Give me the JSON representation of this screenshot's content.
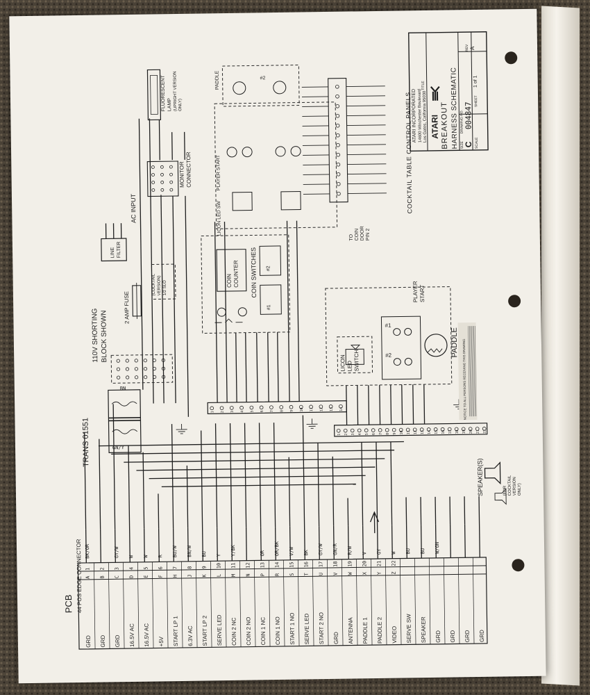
{
  "title_block": {
    "company": "ATARI INCORPORATED",
    "address_1": "14600 Winchester Boulevard",
    "address_2": "Los Gatos, California 95030",
    "logo_text": "ATARI",
    "title_label": "TITLE",
    "title_1": "BREAKOUT",
    "title_2": "HARNESS SCHEMATIC",
    "size_label": "SIZE",
    "size": "C",
    "drawing_no_label": "DRAWING NO.",
    "drawing_no": "004847",
    "rev_label": "REV",
    "rev": "A",
    "sheet_label": "SHEET",
    "sheet": "1 of 1",
    "scale_label": "SCALE"
  },
  "pcb": {
    "label": "PCB",
    "connector_label": "44 POS EDGE CONNECTOR",
    "rows": [
      {
        "func": "GRD",
        "pin": "1",
        "letter": "A",
        "wire": "BK/OR"
      },
      {
        "func": "GRD",
        "pin": "2",
        "letter": "B",
        "wire": ""
      },
      {
        "func": "GRD",
        "pin": "3",
        "letter": "C",
        "wire": "GY/W"
      },
      {
        "func": "16.5V AC",
        "pin": "4",
        "letter": "D",
        "wire": "W"
      },
      {
        "func": "16.5V AC",
        "pin": "5",
        "letter": "E",
        "wire": "W"
      },
      {
        "func": "+5V",
        "pin": "6",
        "letter": "F",
        "wire": "R"
      },
      {
        "func": "START LP 1",
        "pin": "7",
        "letter": "H",
        "wire": "BU/W"
      },
      {
        "func": "6.3V AC",
        "pin": "8",
        "letter": "J",
        "wire": "BN/W"
      },
      {
        "func": "START LP 2",
        "pin": "9",
        "letter": "K",
        "wire": "BU"
      },
      {
        "func": "SERVE LED",
        "pin": "10",
        "letter": "L",
        "wire": "Y"
      },
      {
        "func": "COIN 2 NC",
        "pin": "11",
        "letter": "M",
        "wire": "Y/BK"
      },
      {
        "func": "COIN 2 NO",
        "pin": "12",
        "letter": "N",
        "wire": ""
      },
      {
        "func": "COIN 1 NC",
        "pin": "13",
        "letter": "P",
        "wire": "OR"
      },
      {
        "func": "COIN 1 NO",
        "pin": "14",
        "letter": "R",
        "wire": "OR/BK"
      },
      {
        "func": "START 1 NO",
        "pin": "15",
        "letter": "S",
        "wire": "V/W"
      },
      {
        "func": "SERVE LED",
        "pin": "16",
        "letter": "T",
        "wire": "BK"
      },
      {
        "func": "START 2 NO",
        "pin": "17",
        "letter": "U",
        "wire": "GY/W"
      },
      {
        "func": "GRD",
        "pin": "18",
        "letter": "V",
        "wire": "GN/R"
      },
      {
        "func": "ANTENNA",
        "pin": "19",
        "letter": "W",
        "wire": "R/W"
      },
      {
        "func": "PADDLE 1",
        "pin": "20",
        "letter": "X",
        "wire": "V"
      },
      {
        "func": "PADDLE 2",
        "pin": "21",
        "letter": "Y",
        "wire": "GY"
      },
      {
        "func": "VIDEO",
        "pin": "22",
        "letter": "Z",
        "wire": "W"
      },
      {
        "func": "SERVE SW",
        "pin": "",
        "letter": "",
        "wire": "BU"
      },
      {
        "func": "SPEAKER",
        "pin": "",
        "letter": "",
        "wire": "BU"
      },
      {
        "func": "GRD",
        "pin": "",
        "letter": "",
        "wire": "W/GN"
      },
      {
        "func": "GRD",
        "pin": "",
        "letter": "",
        "wire": ""
      },
      {
        "func": "GRD",
        "pin": "",
        "letter": "",
        "wire": ""
      },
      {
        "func": "GRD",
        "pin": "",
        "letter": "",
        "wire": ""
      }
    ]
  },
  "labels": {
    "trans": "TRANS 01551",
    "shorting_1": "110V SHORTING",
    "shorting_2": "BLOCK SHOWN",
    "fuse": "2 AMP FUSE",
    "fuse_cocktail_1": "(COCKTAIL",
    "fuse_cocktail_2": "VERSION)",
    "fuse_cocktail_3": "1/2 SLO",
    "line_filter_1": "LINE",
    "line_filter_2": "FILTER",
    "ac_input": "AC INPUT",
    "fluorescent_1": "FLUORESCENT",
    "fluorescent_2": "LAMP",
    "fluorescent_3": "(UPRIGHT VERSION",
    "fluorescent_4": "ONLY)",
    "monitor_1": "MONITOR",
    "monitor_2": "CONNECTOR",
    "coin_counter_1": "COIN",
    "coin_counter_2": "COUNTER",
    "coin_switches_1": "COIN SWITCHES",
    "coin_sw_1": "#1",
    "coin_sw_2": "#2",
    "licon_1": "LICON",
    "licon_2": "LED",
    "licon_3": "SWITCH",
    "player_start_1": "PLAYER",
    "player_start_2": "START",
    "paddle": "PADDLE",
    "speaker": "SPEAKER(S)",
    "speaker_cocktail_1": "(FOR",
    "speaker_cocktail_2": "COCKTAIL",
    "speaker_cocktail_3": "VERSION",
    "speaker_cocktail_4": "ONLY)",
    "cocktail_panels": "COCKTAIL TABLE CONTROL PANELS",
    "to_coin_door_1": "TO",
    "to_coin_door_2": "COIN",
    "to_coin_door_3": "DOOR",
    "to_coin_door_4": "PIN 2",
    "licon_led_sw": "LICON LED SW",
    "player_start_cocktail": "PLAYER START",
    "paddle_cocktail": "PADDLE",
    "notice": "NOTICE TO ALL PERSONS RECEIVING THIS DRAWING"
  },
  "colors": {
    "paper": "#f2efe8",
    "ink": "#1e1e1e",
    "carpet": "#4a4237"
  }
}
